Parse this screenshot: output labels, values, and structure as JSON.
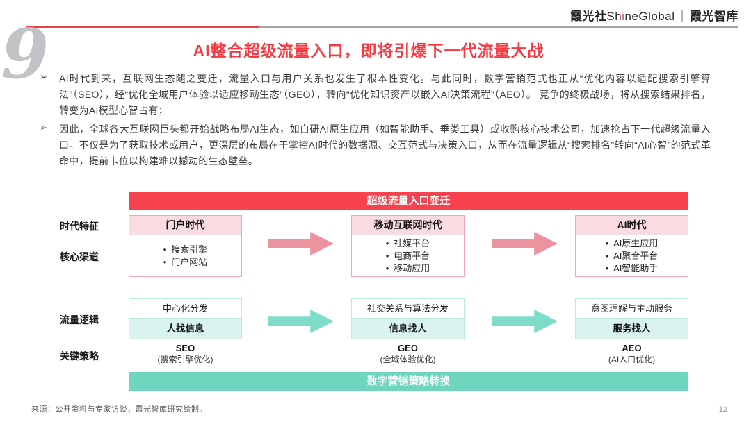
{
  "colors": {
    "accent_red": "#F8424E",
    "title_red": "#FA3840",
    "pink_box_bg": "#FADBDF",
    "pink_border": "#F1A8B2",
    "arrow_pink": "#EC93A0",
    "teal_box_bg": "#D9F3EE",
    "teal_border": "#BCEAE2",
    "arrow_teal": "#7EDCC8",
    "teal_banner": "#70D5BF"
  },
  "header": {
    "logo": {
      "brand_cn": "霞光社",
      "brand_en_pre": "Sh",
      "brand_en_i": "i",
      "brand_en_post": "neGlobal",
      "separator": "｜",
      "brand_suffix": "霞光智库"
    },
    "page_index": "9",
    "title": "AI整合超级流量入口，即将引爆下一代流量大战"
  },
  "intro": {
    "marker": "➢",
    "bullets": [
      "AI时代到来，互联网生态随之变迁，流量入口与用户关系也发生了根本性变化。与此同时，数字营销范式也正从“优化内容以适配搜索引擎算法”（SEO），经“优化全域用户体验以适应移动生态”（GEO），转向“优化知识资产以嵌入AI决策流程”（AEO）。 竞争的终极战场，将从搜索结果排名，转变为AI模型心智占有；",
      "因此，全球各大互联网巨头都开始战略布局AI生态，如自研AI原生应用（如智能助手、垂类工具）或收购核心技术公司，加速抢占下一代超级流量入口。不仅是为了获取技术或用户，更深层的布局在于掌控AI时代的数据源、交互范式与决策入口，从而在流量逻辑从“搜索排名”转向“AI心智”的范式革命中，提前卡位以构建难以撼动的生态壁垒。"
    ]
  },
  "diagram": {
    "top_banner": "超级流量入口变迁",
    "bottom_banner": "数字营销策略转换",
    "row_labels": [
      "时代特征",
      "核心渠道",
      "流量逻辑",
      "关键策略"
    ],
    "columns": [
      {
        "era": "门户时代",
        "channels": [
          "搜索引擎",
          "门户网站"
        ],
        "logic_mechanism": "中心化分发",
        "logic_mode": "人找信息",
        "strategy": "SEO",
        "strategy_note": "(搜索引擎优化)"
      },
      {
        "era": "移动互联网时代",
        "channels": [
          "社媒平台",
          "电商平台",
          "移动应用"
        ],
        "logic_mechanism": "社交关系与算法分发",
        "logic_mode": "信息找人",
        "strategy": "GEO",
        "strategy_note": "(全域体验优化)"
      },
      {
        "era": "AI时代",
        "channels": [
          "AI原生应用",
          "AI聚合平台",
          "AI智能助手"
        ],
        "logic_mechanism": "意图理解与主动服务",
        "logic_mode": "服务找人",
        "strategy": "AEO",
        "strategy_note": "(AI入口优化)"
      }
    ]
  },
  "footer": {
    "source": "来源：公开资料与专家访谈，霞光智库研究绘制。",
    "page_number": "12"
  }
}
